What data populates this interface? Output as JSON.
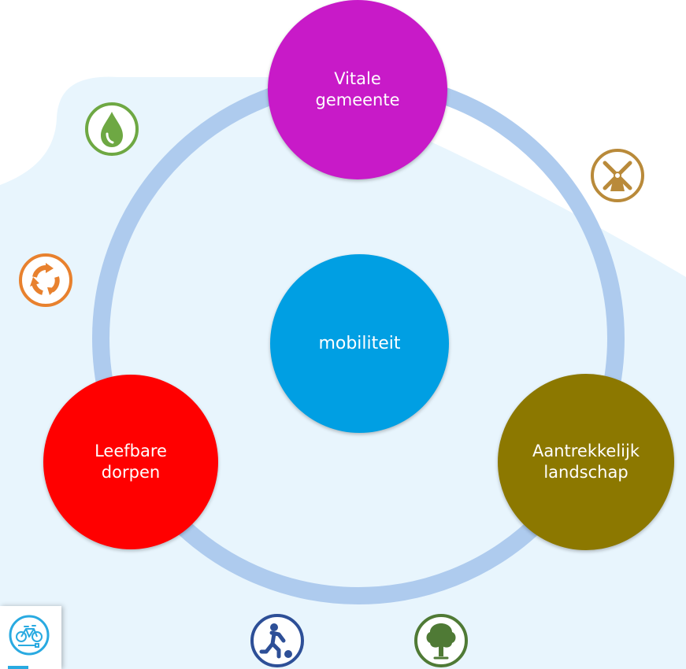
{
  "diagram": {
    "center": {
      "label": "mobiliteit",
      "color": "#009fe3"
    },
    "nodes": [
      {
        "id": "vitale-gemeente",
        "label": "Vitale\ngemeente",
        "color": "#c81ac8"
      },
      {
        "id": "aantrekkelijk-landschap",
        "label": "Aantrekkelijk\nlandschap",
        "color": "#8c7800"
      },
      {
        "id": "leefbare-dorpen",
        "label": "Leefbare\ndorpen",
        "color": "#ff0000"
      }
    ],
    "ring_color": "#aecbee",
    "background_color": "#e8f5fd"
  },
  "icons": [
    {
      "name": "water-drop-icon",
      "color": "#6ea843"
    },
    {
      "name": "windmill-icon",
      "color": "#b98a3a"
    },
    {
      "name": "recycle-icon",
      "color": "#e8812e"
    },
    {
      "name": "football-player-icon",
      "color": "#2d4f97"
    },
    {
      "name": "tree-icon",
      "color": "#4f7a35"
    },
    {
      "name": "e-bike-icon",
      "color": "#29aae1"
    }
  ]
}
